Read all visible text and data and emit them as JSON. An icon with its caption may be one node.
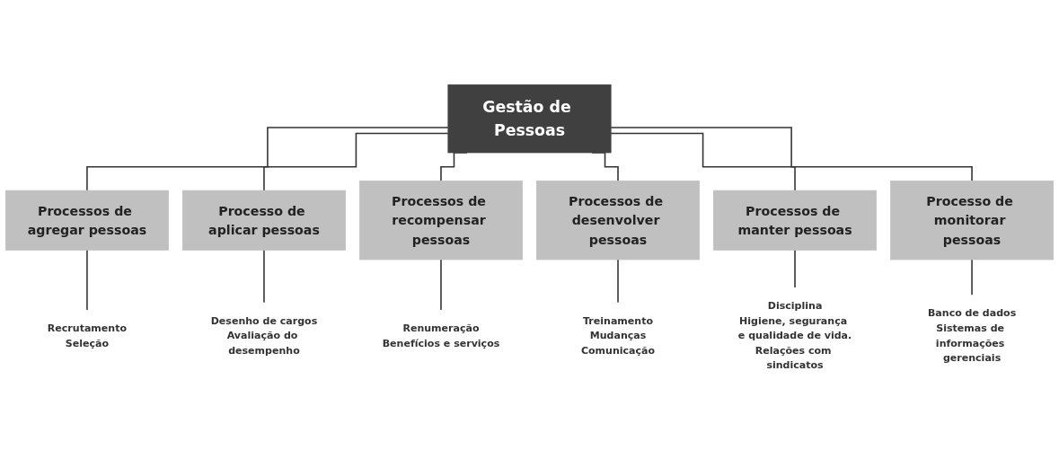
{
  "diagram": {
    "nodes": [
      {
        "text": [
          "Gestão de Pessoas"
        ]
      },
      {
        "text": [
          "Processos de agregar pessoas"
        ]
      },
      {
        "text": [
          "Processo de aplicar pessoas"
        ]
      },
      {
        "text": [
          "Processos de recompensar pessoas"
        ]
      },
      {
        "text": [
          "Processos de desenvolver pessoas"
        ]
      },
      {
        "text": [
          "Processos de manter pessoas"
        ]
      },
      {
        "text": [
          "Processo de monitorar pessoas"
        ]
      },
      {
        "text": [
          "Recrutamento",
          "Seleção"
        ]
      },
      {
        "text": [
          "Desenho de cargos",
          "Avaliação do desempenho"
        ]
      },
      {
        "text": [
          "Renumeração",
          "Benefícios e serviços"
        ]
      },
      {
        "text": [
          "Treinamento",
          "Mudanças",
          "Comunicação"
        ]
      },
      {
        "text": [
          "Disciplina",
          "Higiene, segurança e qualidade de vida.",
          "Relações com sindicatos"
        ]
      },
      {
        "text": [
          "Banco de dados",
          "Sistemas de informações gerenciais"
        ]
      }
    ],
    "edges": [
      {
        "from": 0,
        "to": 1,
        "arrow": "none"
      },
      {
        "from": 0,
        "to": 2,
        "arrow": "none"
      },
      {
        "from": 0,
        "to": 3,
        "arrow": "none"
      },
      {
        "from": 0,
        "to": 4,
        "arrow": "none"
      },
      {
        "from": 0,
        "to": 5,
        "arrow": "none"
      },
      {
        "from": 0,
        "to": 6,
        "arrow": "none"
      },
      {
        "from": 1,
        "to": 7,
        "arrow": "none"
      },
      {
        "from": 2,
        "to": 8,
        "arrow": "none"
      },
      {
        "from": 3,
        "to": 9,
        "arrow": "none"
      },
      {
        "from": 4,
        "to": 10,
        "arrow": "none"
      },
      {
        "from": 5,
        "to": 11,
        "arrow": "none"
      },
      {
        "from": 6,
        "to": 12,
        "arrow": "none"
      }
    ]
  }
}
